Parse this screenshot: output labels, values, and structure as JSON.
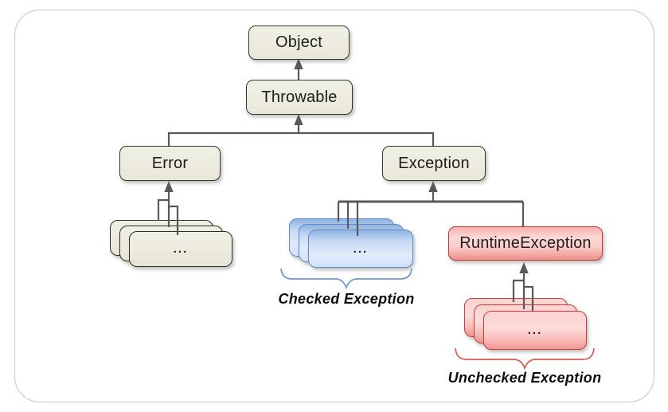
{
  "diagram": {
    "type": "class-hierarchy",
    "subject": "Java exception class hierarchy",
    "nodes": {
      "object": "Object",
      "throwable": "Throwable",
      "error": "Error",
      "exception": "Exception",
      "runtime_exception": "RuntimeException",
      "error_children_ellipsis": "...",
      "checked_children_ellipsis": "...",
      "unchecked_children_ellipsis": "..."
    },
    "edges": [
      {
        "from": "Throwable",
        "to": "Object"
      },
      {
        "from": "Error",
        "to": "Throwable"
      },
      {
        "from": "Exception",
        "to": "Throwable"
      },
      {
        "from": "Error subclasses (...)",
        "to": "Error"
      },
      {
        "from": "Checked exception subclasses (...)",
        "to": "Exception"
      },
      {
        "from": "RuntimeException",
        "to": "Exception"
      },
      {
        "from": "RuntimeException subclasses (...)",
        "to": "RuntimeException"
      }
    ],
    "annotations": {
      "checked_label": "Checked Exception",
      "unchecked_label": "Unchecked Exception"
    },
    "colors": {
      "neutral_fill": "#ecebde",
      "neutral_border": "#34342b",
      "blue_fill": "#d9e7fa",
      "blue_border": "#5f8cc6",
      "red_fill": "#fbd2cf",
      "red_border": "#c33f3a",
      "connector_line": "#58585a",
      "checked_brace": "#6d96cb",
      "unchecked_brace": "#d25a55",
      "frame_border": "#c6c6c6"
    }
  }
}
